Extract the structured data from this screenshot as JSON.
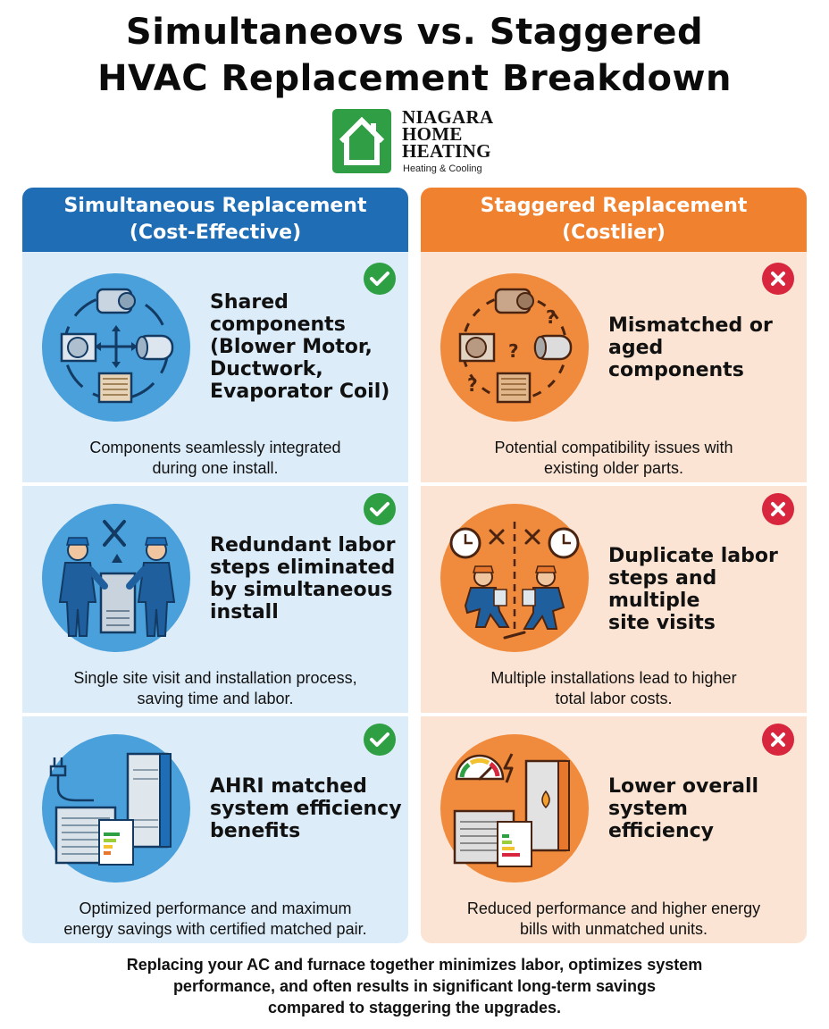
{
  "title": {
    "line1": "Simultaneovs vs. Staggered",
    "line2": "HVAC Replacement Breakdown"
  },
  "logo": {
    "name_line1": "NIAGARA",
    "name_line2": "HOME",
    "name_line3": "HEATING",
    "tagline": "Heating & Cooling"
  },
  "colors": {
    "left_accent": "#1f6db5",
    "right_accent": "#f0812f",
    "check": "#2ea043",
    "cross": "#d7263d",
    "logo_green": "#2f9e44"
  },
  "left": {
    "header_line1": "Simultaneous Replacement",
    "header_line2": "(Cost-Effective)",
    "rows": [
      {
        "icon": "shared-components-icon",
        "badge": "check-icon",
        "heading_lines": [
          "Shared",
          "components",
          "(Blower Motor,",
          "Ductwork,",
          "Evaporator Coil)"
        ],
        "desc_lines": [
          "Components seamlessly integrated",
          "during one install."
        ]
      },
      {
        "icon": "technicians-icon",
        "badge": "check-icon",
        "heading_lines": [
          "Redundant labor",
          "steps eliminated",
          "by simultaneous",
          "install"
        ],
        "desc_lines": [
          "Single site visit and installation process,",
          "saving time and labor."
        ]
      },
      {
        "icon": "matched-system-icon",
        "badge": "check-icon",
        "heading_lines": [
          "AHRI matched",
          "system efficiency",
          "benefits"
        ],
        "desc_lines": [
          "Optimized performance and maximum",
          "energy savings with certified matched pair."
        ]
      }
    ]
  },
  "right": {
    "header_line1": "Staggered Replacement",
    "header_line2": "(Costlier)",
    "rows": [
      {
        "icon": "mismatched-components-icon",
        "badge": "cross-icon",
        "heading_lines": [
          "Mismatched or",
          "aged",
          "components"
        ],
        "desc_lines": [
          "Potential compatibility issues with",
          "existing older parts."
        ]
      },
      {
        "icon": "duplicate-visits-icon",
        "badge": "cross-icon",
        "heading_lines": [
          "Duplicate labor",
          "steps and multiple",
          "site visits"
        ],
        "desc_lines": [
          "Multiple installations lead to higher",
          "total labor costs."
        ]
      },
      {
        "icon": "low-efficiency-icon",
        "badge": "cross-icon",
        "heading_lines": [
          "Lower overall",
          "system",
          "efficiency"
        ],
        "desc_lines": [
          "Reduced performance and higher energy",
          "bills with unmatched units."
        ]
      }
    ]
  },
  "footer": {
    "line1": "Replacing your AC and furnace together minimizes labor, optimizes system",
    "line2": "performance, and often results in significant long-term savings",
    "line3": "compared to staggering the upgrades."
  }
}
